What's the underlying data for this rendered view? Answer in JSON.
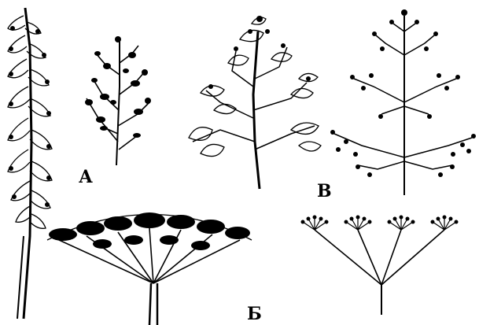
{
  "labels": {
    "a": "А",
    "b": "Б",
    "v": "В"
  },
  "colors": {
    "ink": "#000000",
    "background": "#ffffff"
  }
}
